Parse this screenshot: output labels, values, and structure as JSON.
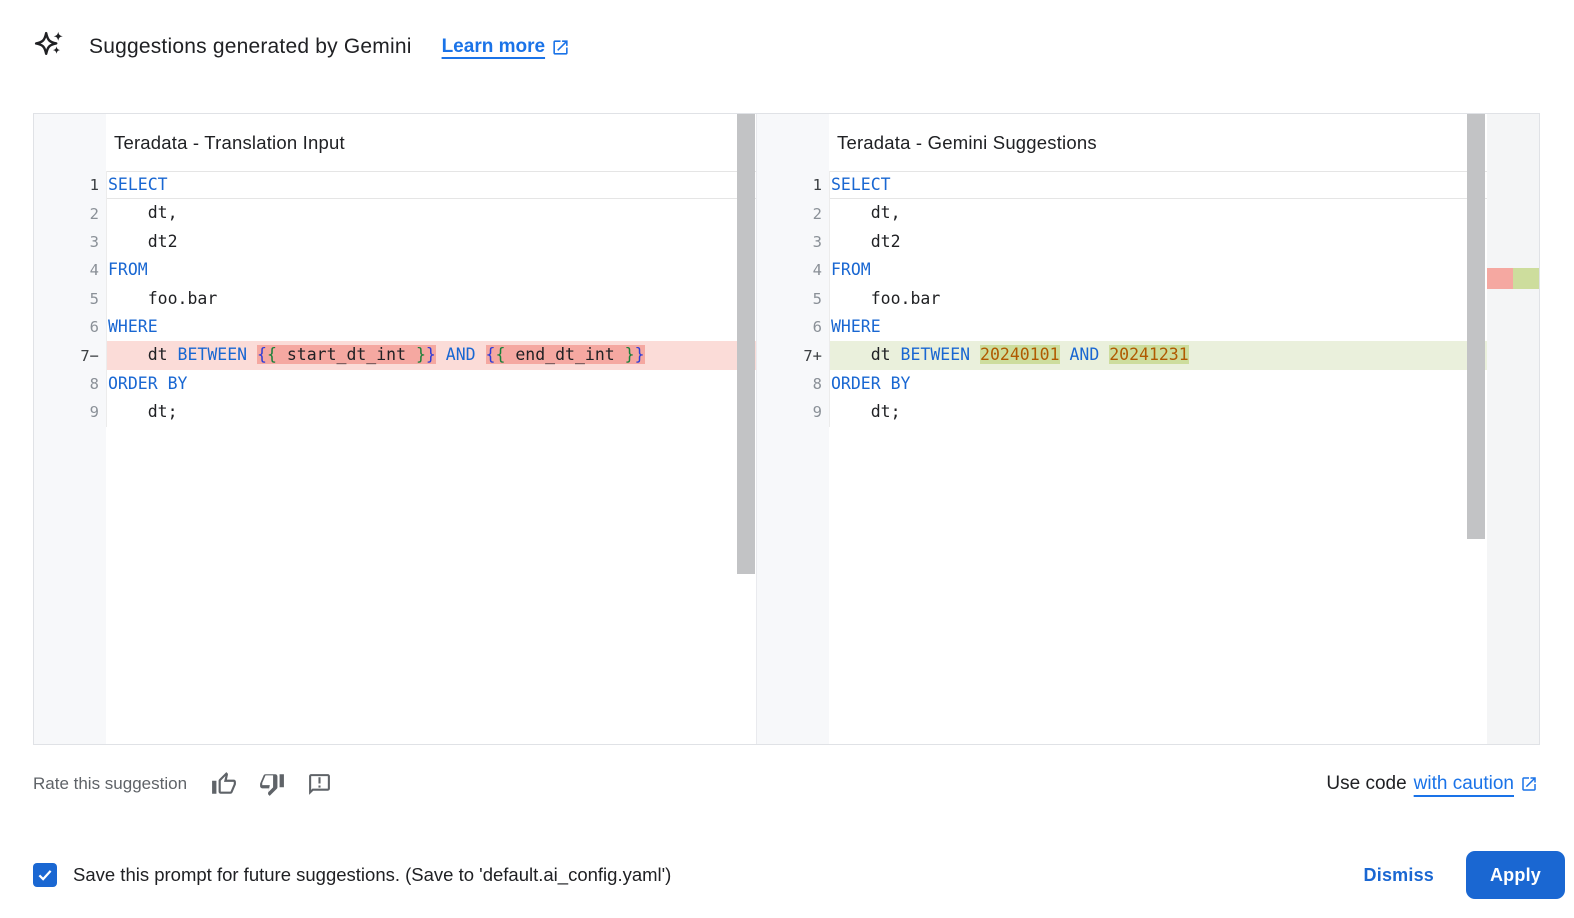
{
  "header": {
    "title": "Suggestions generated by Gemini",
    "learn_more_label": "Learn more"
  },
  "panels": {
    "left": {
      "title": "Teradata - Translation Input",
      "lines": [
        {
          "num": "1",
          "active": true,
          "tokens": [
            {
              "t": "SELECT",
              "c": "kw"
            }
          ]
        },
        {
          "num": "2",
          "tokens": [
            {
              "t": "    dt,",
              "c": "pl"
            }
          ]
        },
        {
          "num": "3",
          "tokens": [
            {
              "t": "    dt2",
              "c": "pl"
            }
          ]
        },
        {
          "num": "4",
          "tokens": [
            {
              "t": "FROM",
              "c": "kw"
            }
          ]
        },
        {
          "num": "5",
          "tokens": [
            {
              "t": "    foo.bar",
              "c": "pl"
            }
          ]
        },
        {
          "num": "6",
          "tokens": [
            {
              "t": "WHERE",
              "c": "kw"
            }
          ]
        },
        {
          "num": "7",
          "marker": "−",
          "diff": "removed",
          "tokens": [
            {
              "t": "    dt ",
              "c": "pl"
            },
            {
              "t": "BETWEEN",
              "c": "kw"
            },
            {
              "t": " ",
              "c": "pl"
            },
            {
              "t": "{",
              "c": "bo",
              "hl": true
            },
            {
              "t": "{",
              "c": "bi",
              "hl": true
            },
            {
              "t": " start_dt_int ",
              "c": "pl",
              "hl": true
            },
            {
              "t": "}",
              "c": "bi",
              "hl": true
            },
            {
              "t": "}",
              "c": "bo",
              "hl": true
            },
            {
              "t": " ",
              "c": "pl"
            },
            {
              "t": "AND",
              "c": "kw"
            },
            {
              "t": " ",
              "c": "pl"
            },
            {
              "t": "{",
              "c": "bo",
              "hl": true
            },
            {
              "t": "{",
              "c": "bi",
              "hl": true
            },
            {
              "t": " end_dt_int ",
              "c": "pl",
              "hl": true
            },
            {
              "t": "}",
              "c": "bi",
              "hl": true
            },
            {
              "t": "}",
              "c": "bo",
              "hl": true
            }
          ]
        },
        {
          "num": "8",
          "tokens": [
            {
              "t": "ORDER BY",
              "c": "kw"
            }
          ]
        },
        {
          "num": "9",
          "tokens": [
            {
              "t": "    dt;",
              "c": "pl"
            }
          ]
        }
      ]
    },
    "right": {
      "title": "Teradata - Gemini Suggestions",
      "lines": [
        {
          "num": "1",
          "active": true,
          "tokens": [
            {
              "t": "SELECT",
              "c": "kw"
            }
          ]
        },
        {
          "num": "2",
          "tokens": [
            {
              "t": "    dt,",
              "c": "pl"
            }
          ]
        },
        {
          "num": "3",
          "tokens": [
            {
              "t": "    dt2",
              "c": "pl"
            }
          ]
        },
        {
          "num": "4",
          "tokens": [
            {
              "t": "FROM",
              "c": "kw"
            }
          ]
        },
        {
          "num": "5",
          "tokens": [
            {
              "t": "    foo.bar",
              "c": "pl"
            }
          ]
        },
        {
          "num": "6",
          "tokens": [
            {
              "t": "WHERE",
              "c": "kw"
            }
          ]
        },
        {
          "num": "7",
          "marker": "+",
          "diff": "added",
          "tokens": [
            {
              "t": "    dt ",
              "c": "pl"
            },
            {
              "t": "BETWEEN",
              "c": "kw"
            },
            {
              "t": " ",
              "c": "pl"
            },
            {
              "t": "20240101",
              "c": "num",
              "hl": true
            },
            {
              "t": " ",
              "c": "pl"
            },
            {
              "t": "AND",
              "c": "kw"
            },
            {
              "t": " ",
              "c": "pl"
            },
            {
              "t": "20241231",
              "c": "num",
              "hl": true
            }
          ]
        },
        {
          "num": "8",
          "tokens": [
            {
              "t": "ORDER BY",
              "c": "kw"
            }
          ]
        },
        {
          "num": "9",
          "tokens": [
            {
              "t": "    dt;",
              "c": "pl"
            }
          ]
        }
      ]
    }
  },
  "footer": {
    "rate_label": "Rate this suggestion",
    "use_code_prefix": "Use code",
    "use_code_link": "with caution"
  },
  "action_bar": {
    "save_checkbox_label": "Save this prompt for future suggestions. (Save to 'default.ai_config.yaml')",
    "save_checked": true,
    "dismiss_label": "Dismiss",
    "apply_label": "Apply"
  },
  "colors": {
    "accent": "#1a67d2",
    "link": "#1a73e8",
    "keyword": "#1967d2",
    "plain": "#202124",
    "number": "#b05a00",
    "bracket_outer": "#2d3bd6",
    "bracket_inner": "#188038",
    "removed_line_bg": "#fbdcd8",
    "removed_word_bg": "#f5a8a1",
    "added_line_bg": "#eaf0dc",
    "added_word_bg": "#cddd9d"
  }
}
